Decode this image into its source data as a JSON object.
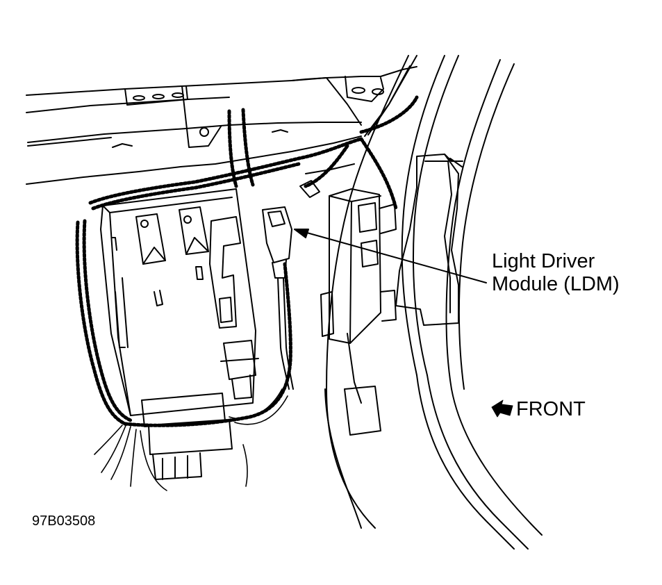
{
  "figure": {
    "callout_line1": "Light Driver",
    "callout_line2": "Module (LDM)",
    "front_label": "FRONT",
    "figure_id": "97B03508"
  },
  "colors": {
    "ink": "#000000",
    "paper": "#ffffff"
  },
  "icons": {
    "front_arrow": "arrow-left-icon"
  }
}
